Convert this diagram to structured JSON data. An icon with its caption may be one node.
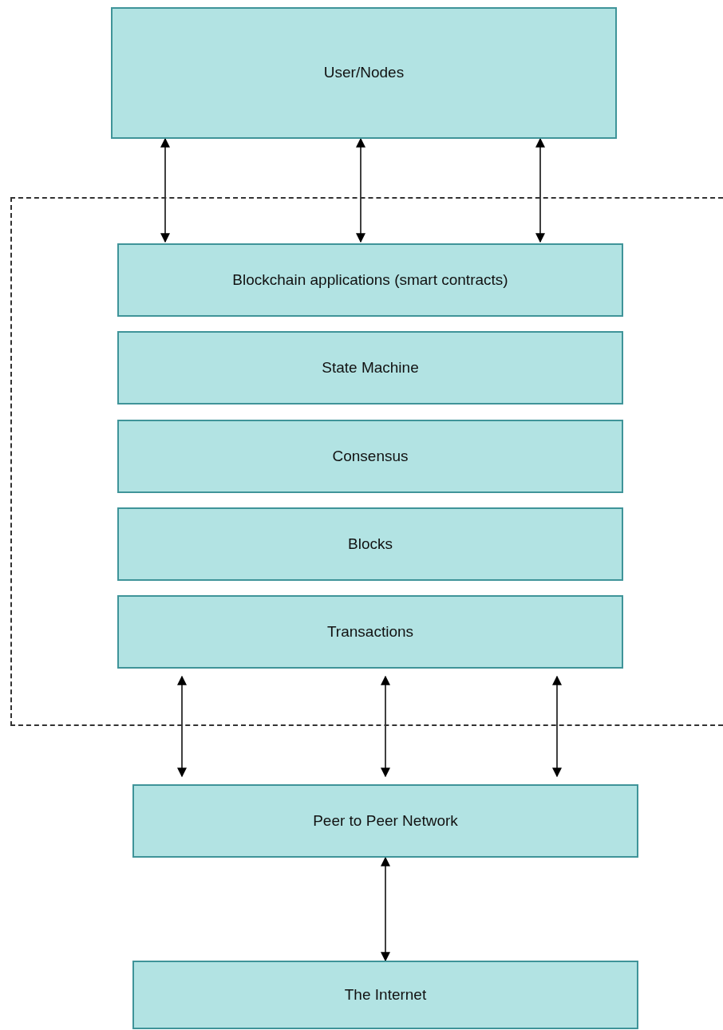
{
  "diagram": {
    "nodes": [
      {
        "text": [
          "User/Nodes"
        ]
      },
      {
        "text": [],
        "shape": "box"
      },
      {
        "text": [
          "Blockchain applications (smart contracts)"
        ],
        "in": 1
      },
      {
        "text": [
          "State Machine"
        ],
        "in": 1
      },
      {
        "text": [
          "Consensus"
        ],
        "in": 1
      },
      {
        "text": [
          "Blocks"
        ],
        "in": 1
      },
      {
        "text": [
          "Transactions"
        ],
        "in": 1
      },
      {
        "text": [
          "Peer to Peer Network"
        ]
      },
      {
        "text": [
          "The Internet"
        ]
      }
    ],
    "edges": [
      {
        "from": 0,
        "to": 2,
        "arrow": "both"
      },
      {
        "from": 0,
        "to": 2,
        "arrow": "both"
      },
      {
        "from": 0,
        "to": 2,
        "arrow": "both"
      },
      {
        "from": 6,
        "to": 7,
        "arrow": "both"
      },
      {
        "from": 6,
        "to": 7,
        "arrow": "both"
      },
      {
        "from": 6,
        "to": 7,
        "arrow": "both"
      },
      {
        "from": 7,
        "to": 8,
        "arrow": "both"
      }
    ]
  }
}
